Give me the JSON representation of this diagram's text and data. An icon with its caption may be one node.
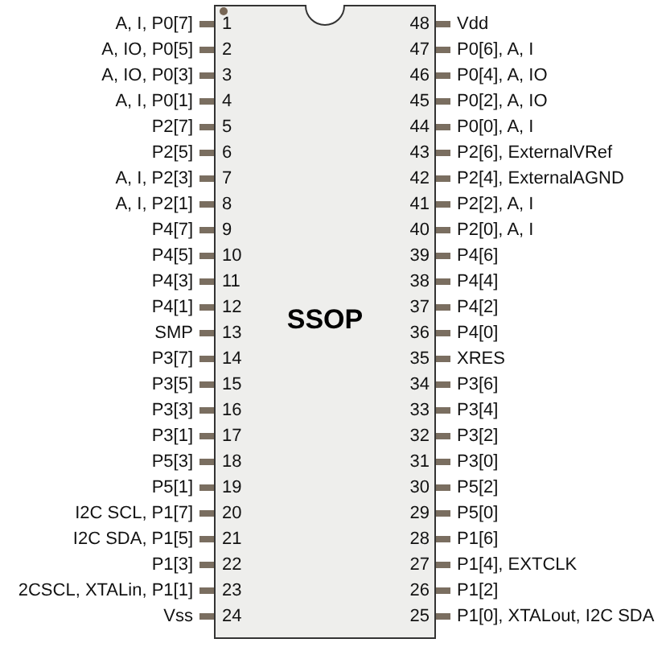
{
  "diagram": {
    "nodes": [
      {
        "text": [
          "SSOP"
        ]
      }
    ],
    "labels": [
      "A, I, P0[7]",
      "1",
      "48",
      "Vdd",
      "A, IO, P0[5]",
      "2",
      "47",
      "P0[6], A, I",
      "A, IO, P0[3]",
      "3",
      "46",
      "P0[4], A, IO",
      "A, I, P0[1]",
      "4",
      "45",
      "P0[2], A, IO",
      "P2[7]",
      "5",
      "44",
      "P0[0], A, I",
      "P2[5]",
      "6",
      "43",
      "P2[6], ExternalVRef",
      "A, I, P2[3]",
      "7",
      "42",
      "P2[4], ExternalAGND",
      "A, I, P2[1]",
      "8",
      "41",
      "P2[2], A, I",
      "P4[7]",
      "9",
      "40",
      "P2[0], A, I",
      "P4[5]",
      "10",
      "39",
      "P4[6]",
      "P4[3]",
      "11",
      "38",
      "P4[4]",
      "P4[1]",
      "12",
      "37",
      "P4[2]",
      "SMP",
      "13",
      "36",
      "P4[0]",
      "P3[7]",
      "14",
      "35",
      "XRES",
      "P3[5]",
      "15",
      "34",
      "P3[6]",
      "P3[3]",
      "16",
      "33",
      "P3[4]",
      "P3[1]",
      "17",
      "32",
      "P3[2]",
      "P5[3]",
      "18",
      "31",
      "P3[0]",
      "P5[1]",
      "19",
      "30",
      "P5[2]",
      "I2C SCL, P1[7]",
      "20",
      "29",
      "P5[0]",
      "I2C SDA, P1[5]",
      "21",
      "28",
      "P1[6]",
      "P1[3]",
      "22",
      "27",
      "P1[4], EXTCLK",
      "2CSCL, XTALin, P1[1]",
      "23",
      "26",
      "P1[2]",
      "Vss",
      "24",
      "25",
      "P1[0], XTALout, I2C SDA"
    ]
  }
}
